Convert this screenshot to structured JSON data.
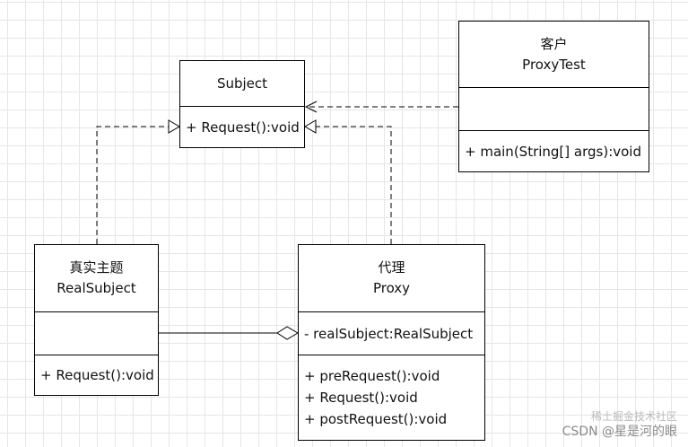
{
  "classes": {
    "subject": {
      "name": "Subject",
      "operations": [
        "+ Request():void"
      ]
    },
    "client": {
      "stereotype": "客户",
      "name": "ProxyTest",
      "attributes": [],
      "operations": [
        "+ main(String[] args):void"
      ]
    },
    "real_subject": {
      "stereotype": "真实主题",
      "name": "RealSubject",
      "attributes": [],
      "operations": [
        "+ Request():void"
      ]
    },
    "proxy": {
      "stereotype": "代理",
      "name": "Proxy",
      "attributes": [
        "- realSubject:RealSubject"
      ],
      "operations": [
        "+ preRequest():void",
        "+ Request():void",
        "+ postRequest():void"
      ]
    }
  },
  "relations": [
    {
      "from": "client",
      "to": "subject",
      "type": "dependency"
    },
    {
      "from": "real_subject",
      "to": "subject",
      "type": "realization"
    },
    {
      "from": "proxy",
      "to": "subject",
      "type": "realization"
    },
    {
      "from": "proxy",
      "to": "real_subject",
      "type": "aggregation"
    }
  ],
  "watermark": {
    "text": "CSDN @星是河的眼",
    "faint_text": "稀土掘金技术社区"
  }
}
